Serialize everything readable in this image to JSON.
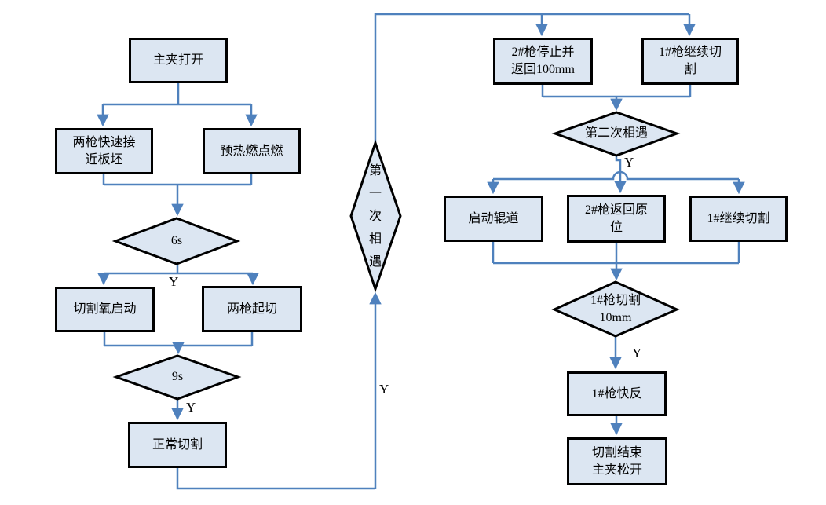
{
  "colors": {
    "connector": "#4f81bd",
    "node_fill": "#dce6f2",
    "node_border": "#000000",
    "text": "#000000",
    "background": "#ffffff"
  },
  "branch_labels": {
    "yes": "Y"
  },
  "nodes": {
    "main_clamp_open": {
      "type": "process",
      "label": "主夹打开"
    },
    "guns_approach_slab": {
      "type": "process",
      "label": "两枪快速接\n近板坯"
    },
    "preheat_flame_ignite": {
      "type": "process",
      "label": "预热燃点燃"
    },
    "wait_6s": {
      "type": "decision",
      "label": "6s"
    },
    "cutting_oxygen_start": {
      "type": "process",
      "label": "切割氧启动"
    },
    "both_guns_start_cut": {
      "type": "process",
      "label": "两枪起切"
    },
    "wait_9s": {
      "type": "decision",
      "label": "9s"
    },
    "normal_cutting": {
      "type": "process",
      "label": "正常切割"
    },
    "first_meeting": {
      "type": "decision",
      "label": "第一次相遇"
    },
    "gun2_stop_return_100mm": {
      "type": "process",
      "label": "2#枪停止并\n返回100mm"
    },
    "gun1_continue_cutting": {
      "type": "process",
      "label": "1#枪继续切\n割"
    },
    "second_meeting": {
      "type": "decision",
      "label": "第二次相遇"
    },
    "start_roller_table": {
      "type": "process",
      "label": "启动辊道"
    },
    "gun2_return_origin": {
      "type": "process",
      "label": "2#枪返回原\n位"
    },
    "gun1_continue": {
      "type": "process",
      "label": "1#继续切割"
    },
    "gun1_cut_10mm": {
      "type": "decision",
      "label": "1#枪切割\n10mm"
    },
    "gun1_fast_return": {
      "type": "process",
      "label": "1#枪快反"
    },
    "cutting_end_clamp_release": {
      "type": "process",
      "label": "切割结束\n主夹松开"
    }
  }
}
